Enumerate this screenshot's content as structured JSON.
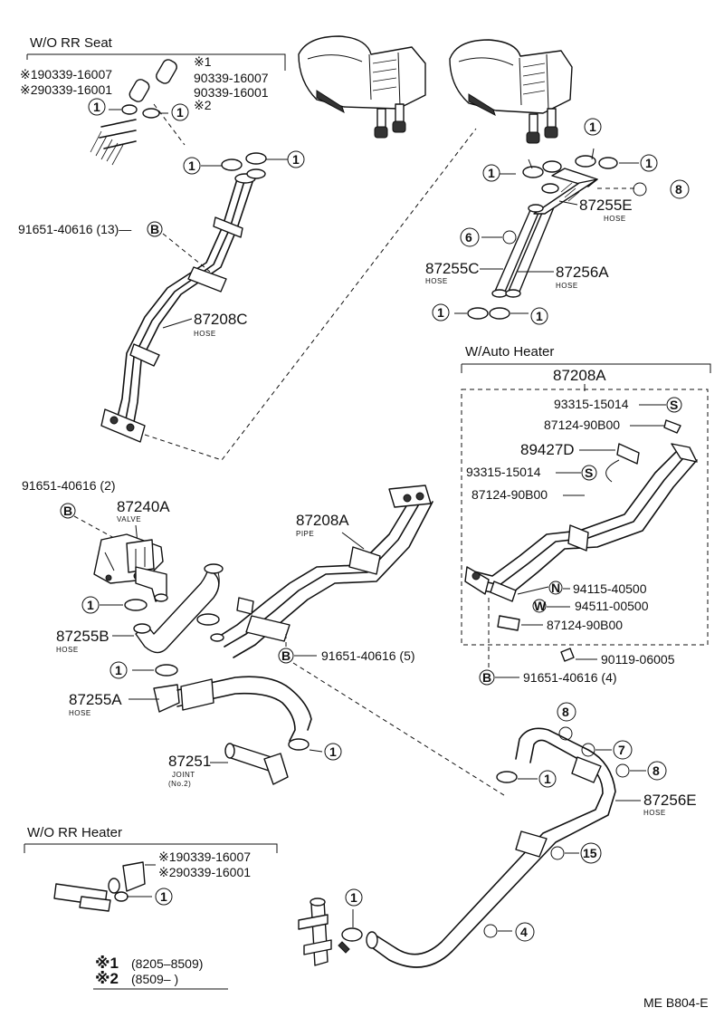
{
  "groups": {
    "wo_rr_seat": "W/O RR Seat",
    "w_auto_heater": "W/Auto Heater",
    "wo_rr_heater": "W/O RR Heater"
  },
  "top_left": {
    "s1_num": "※1",
    "s2_num": "※2",
    "p_90339_16007_a": "※190339-16007",
    "p_90339_16001_a": "※290339-16001",
    "p_90339_16007_b": "90339-16007",
    "p_90339_16001_b": "90339-16001"
  },
  "labels": {
    "p_91651_40616_13": "91651-40616 (13)—",
    "p_87208C": "87208C",
    "p_87208C_sub": "HOSE",
    "p_87255E": "87255E",
    "p_87255E_sub": "HOSE",
    "p_87255C": "87255C",
    "p_87255C_sub": "HOSE",
    "p_87256A": "87256A",
    "p_87256A_sub": "HOSE",
    "p_87208A_kit": "87208A",
    "p_93315_15014_a": "93315-15014",
    "p_87124_90B00_a": "87124-90B00",
    "p_89427D": "89427D",
    "p_93315_15014_b": "93315-15014",
    "p_87124_90B00_b": "87124-90B00",
    "p_94115_40500": "94115-40500",
    "p_94511_00500": "94511-00500",
    "p_87124_90B00_c": "87124-90B00",
    "p_90119_06005": "90119-06005",
    "p_91651_40616_4": "91651-40616 (4)",
    "p_91651_40616_2": "91651-40616 (2)",
    "p_87240A": "87240A",
    "p_87240A_sub": "VALVE",
    "p_87208A_pipe": "87208A",
    "p_87208A_pipe_sub": "PIPE",
    "p_87255B": "87255B",
    "p_87255B_sub": "HOSE",
    "p_91651_40616_5": "91651-40616 (5)",
    "p_87255A": "87255A",
    "p_87255A_sub": "HOSE",
    "p_87251": "87251",
    "p_87251_sub1": "JOINT",
    "p_87251_sub2": "(No.2)",
    "p_87256E": "87256E",
    "p_87256E_sub": "HOSE",
    "p_90339_16007_c": "※190339-16007",
    "p_90339_16001_c": "※290339-16001"
  },
  "markers": {
    "one": "1",
    "four": "4",
    "six": "6",
    "seven": "7",
    "eight": "8",
    "fifteen": "15",
    "B": "B",
    "S": "S",
    "N": "N",
    "W": "W"
  },
  "footnotes": {
    "fn1_mark": "※1",
    "fn1_range": "(8205–8509)",
    "fn2_mark": "※2",
    "fn2_range": "(8509–        )"
  },
  "figure_code": "ME B804-E"
}
